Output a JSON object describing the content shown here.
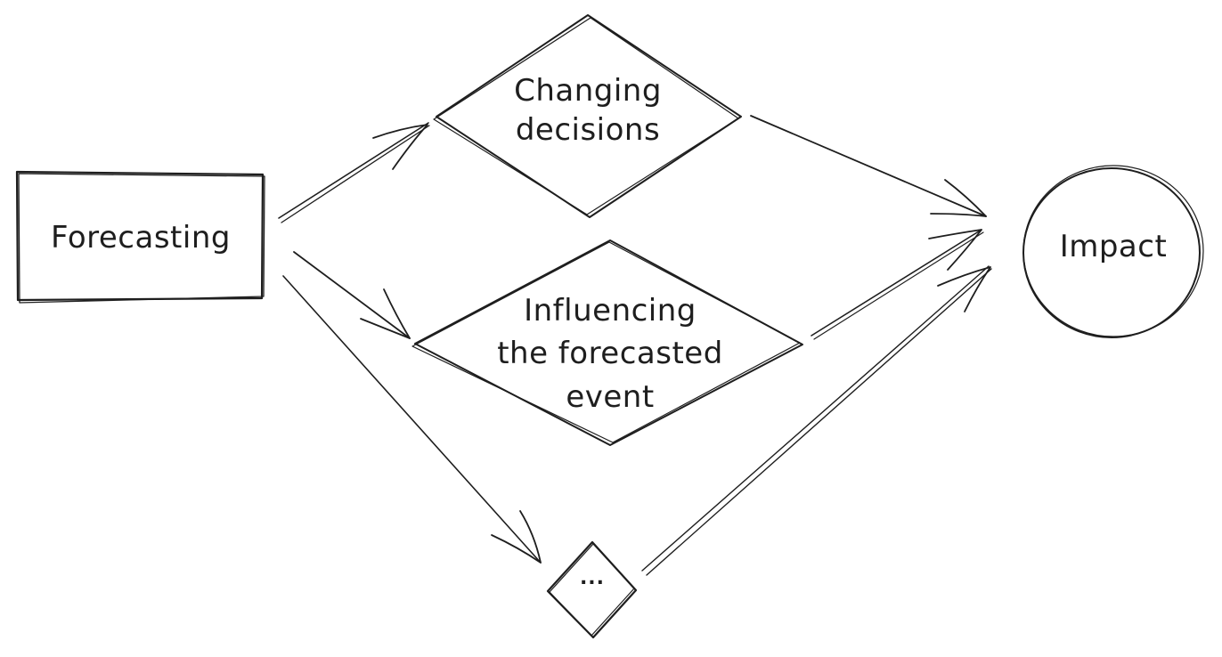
{
  "diagram": {
    "style": "hand-drawn",
    "stroke_color": "#1e1e1e",
    "background": "#ffffff",
    "nodes": [
      {
        "id": "forecasting",
        "shape": "rectangle",
        "label": "Forecasting"
      },
      {
        "id": "changing_decisions",
        "shape": "diamond",
        "label": "Changing\ndecisions"
      },
      {
        "id": "influencing_event",
        "shape": "diamond",
        "label": "Influencing\nthe forecasted\nevent"
      },
      {
        "id": "other",
        "shape": "diamond",
        "label": "..."
      },
      {
        "id": "impact",
        "shape": "ellipse",
        "label": "Impact"
      }
    ],
    "edges": [
      {
        "from": "forecasting",
        "to": "changing_decisions"
      },
      {
        "from": "forecasting",
        "to": "influencing_event"
      },
      {
        "from": "forecasting",
        "to": "other"
      },
      {
        "from": "changing_decisions",
        "to": "impact"
      },
      {
        "from": "influencing_event",
        "to": "impact"
      },
      {
        "from": "other",
        "to": "impact"
      }
    ]
  }
}
